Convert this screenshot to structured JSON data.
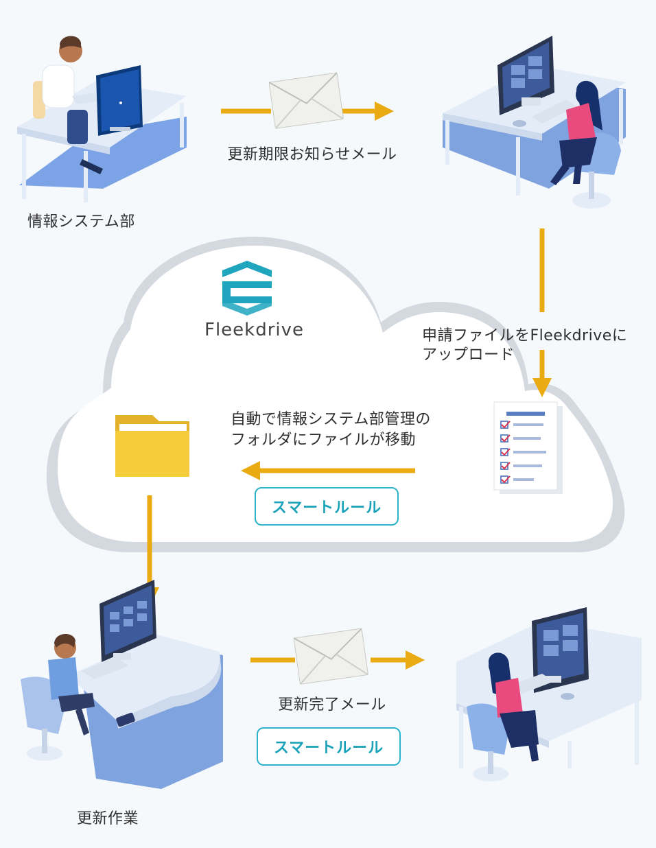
{
  "colors": {
    "arrow": "#eaaa12",
    "badge_border": "#2bb3c9",
    "badge_text": "#1aa2bb",
    "brand": "#1fa5bd",
    "desk": "#e4ecf8",
    "desk_shadow": "#6f97d9"
  },
  "nodes": {
    "it_department": "情報システム部",
    "update_work": "更新作業"
  },
  "edges": {
    "renewal_notice": "更新期限お知らせメール",
    "upload_line1": "申請ファイルをFleekdriveに",
    "upload_line2": "アップロード",
    "auto_move_line1": "自動で情報システム部管理の",
    "auto_move_line2": "フォルダにファイルが移動",
    "completion_mail": "更新完了メール"
  },
  "smart_rule": "スマートルール",
  "brand": {
    "name": "Fleekdrive"
  },
  "icons": [
    "person-at-desk-icon",
    "woman-at-desk-icon",
    "mail-envelope-icon",
    "folder-icon",
    "checklist-document-icon",
    "fleekdrive-logo-icon",
    "cloud-icon"
  ]
}
